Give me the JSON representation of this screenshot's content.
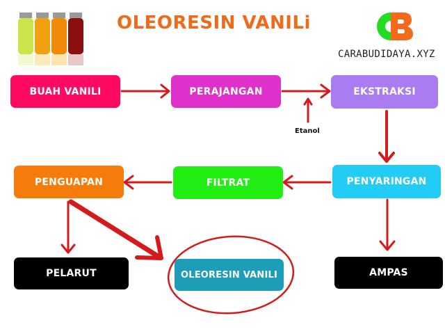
{
  "header": {
    "title": "OLEORESIN VANILi",
    "brand_logo": "CB",
    "brand_text": "CARABUDIDAYA.XYZ"
  },
  "colors": {
    "title": "#f06a1a",
    "arrow": "#d41a1a",
    "logo_c": "#22dd22",
    "logo_b": "#f26a1a"
  },
  "nodes": {
    "buah_vanili": {
      "label": "BUAH VANILI",
      "color": "#ff0a62"
    },
    "perajangan": {
      "label": "PERAJANGAN",
      "color": "#e030cc"
    },
    "ekstraksi": {
      "label": "EKSTRAKSI",
      "color": "#a97cf2"
    },
    "penyaringan": {
      "label": "PENYARINGAN",
      "color": "#22ccf4"
    },
    "filtrat": {
      "label": "FILTRAT",
      "color": "#22ee14"
    },
    "penguapan": {
      "label": "PENGUAPAN",
      "color": "#f57c0a"
    },
    "pelarut": {
      "label": "PELARUT",
      "color": "#000000"
    },
    "oleoresin_vanili": {
      "label": "OLEORESIN VANILI",
      "color": "#1d9db8"
    },
    "ampas": {
      "label": "AMPAS",
      "color": "#000000"
    }
  },
  "annotations": {
    "etanol": "Etanol"
  },
  "flow": [
    "BUAH VANILI -> PERAJANGAN",
    "PERAJANGAN -> EKSTRAKSI (+ Etanol)",
    "EKSTRAKSI -> PENYARINGAN",
    "PENYARINGAN -> FILTRAT",
    "PENYARINGAN -> AMPAS",
    "FILTRAT -> PENGUAPAN",
    "PENGUAPAN -> PELARUT",
    "PENGUAPAN -> OLEORESIN VANILI"
  ]
}
